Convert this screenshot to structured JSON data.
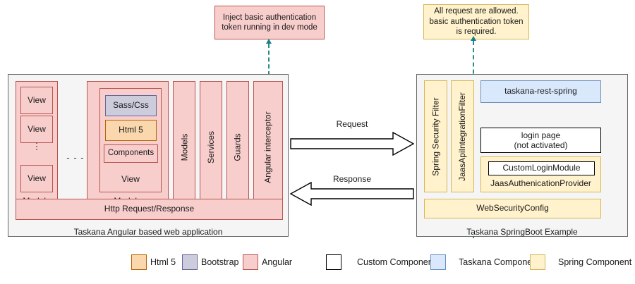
{
  "notes": {
    "left": "Inject basic authentication token running in dev mode",
    "right": "All request are allowed. basic authentication token is required."
  },
  "left_panel": {
    "caption": "Taskana Angular based web application",
    "module_a": {
      "label": "Module",
      "views": [
        "View",
        "View",
        "View"
      ],
      "ellipsis": "⋮"
    },
    "between_modules": "- - -",
    "module_b": {
      "label": "Module",
      "view_label": "View",
      "items": [
        {
          "label": "Sass/Css",
          "style": "bootstrap"
        },
        {
          "label": "Html 5",
          "style": "html5"
        },
        {
          "label": "Components",
          "style": "angular"
        }
      ]
    },
    "columns": [
      "Models",
      "Services",
      "Guards",
      "Angular interceptor"
    ],
    "http_bar": "Http Request/Response"
  },
  "arrows": {
    "request": "Request",
    "response": "Response"
  },
  "right_panel": {
    "caption": "Taskana SpringBoot Example",
    "filters": [
      "Spring Security Filter",
      "JaasApiIntegrationFilter"
    ],
    "rest_spring": "taskana-rest-spring",
    "login_page": "login page\n(not activated)",
    "login_page_line1": "login page",
    "login_page_line2": "(not activated)",
    "custom_login_module": "CustomLoginModule",
    "jaas_provider": "JaasAuthenicationProvider",
    "web_security_config": "WebSecurityConfig"
  },
  "legend": [
    {
      "label": "Html 5",
      "style": "html5"
    },
    {
      "label": "Bootstrap",
      "style": "bootstrap"
    },
    {
      "label": "Angular",
      "style": "angular"
    },
    {
      "label": "Custom Component",
      "style": "custom"
    },
    {
      "label": "Taskana Component",
      "style": "taskana"
    },
    {
      "label": "Spring Component",
      "style": "spring"
    }
  ],
  "colors": {
    "angular_fill": "#f8cecc",
    "angular_stroke": "#b85450",
    "bootstrap_fill": "#ccccdd",
    "bootstrap_stroke": "#666699",
    "html5_fill": "#fad7ac",
    "html5_stroke": "#b46504",
    "spring_fill": "#fff2cc",
    "spring_stroke": "#d6b656",
    "taskana_fill": "#dae8fc",
    "taskana_stroke": "#6c8ebf",
    "panel_fill": "#f5f5f5",
    "panel_stroke": "#666666",
    "connector": "#17808a"
  }
}
